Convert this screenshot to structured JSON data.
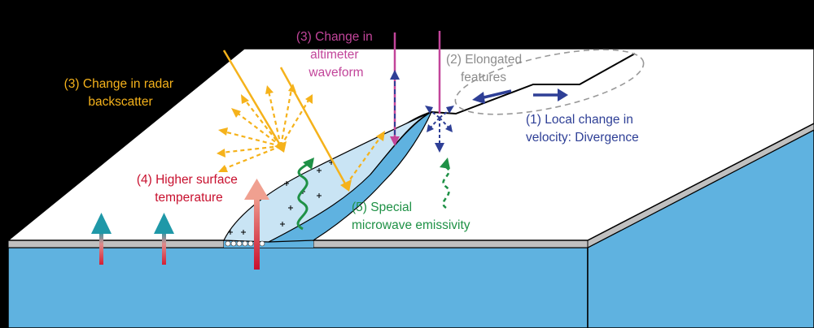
{
  "labels": {
    "radar": {
      "line1": "(3) Change in radar",
      "line2": "backscatter"
    },
    "altimeter": {
      "line1": "(3) Change in",
      "line2": "altimeter",
      "line3": "waveform"
    },
    "elongated": {
      "line1": "(2) Elongated",
      "line2": "features"
    },
    "velocity": {
      "line1": "(1) Local change in",
      "line2": "velocity: Divergence"
    },
    "temperature": {
      "line1": "(4) Higher surface",
      "line2": "temperature"
    },
    "microwave": {
      "line1": "(5) Special",
      "line2": "microwave emissivity"
    }
  },
  "colors": {
    "radar": "#f5b21b",
    "altimeter": "#c2459a",
    "elongated": "#8c8c8c",
    "velocity": "#2e3f96",
    "temperature": "#c8102e",
    "microwave": "#1f9146",
    "water": "#5fb2e0",
    "ice": "#ffffff",
    "refrozen_lead": "#c9e4f4"
  },
  "icons": [
    "plus-sign-marks",
    "bubble-marks",
    "heat-flux-arrow",
    "radar-ray-arrow",
    "wave-arrow"
  ]
}
